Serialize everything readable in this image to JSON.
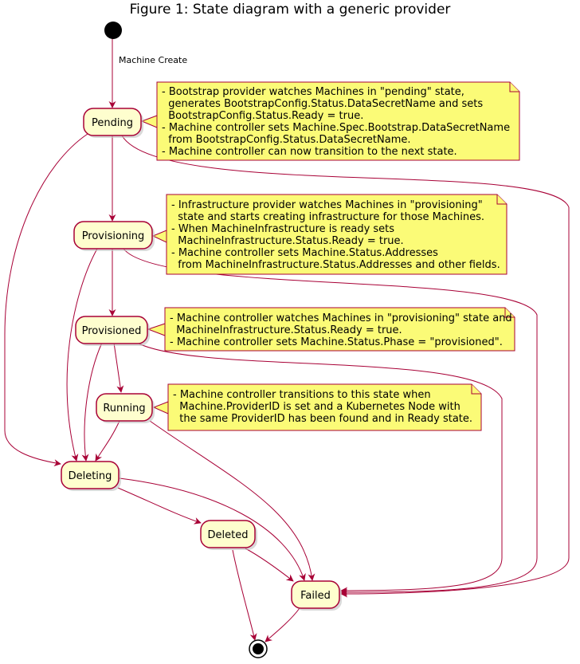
{
  "title": "Figure 1: State diagram with a generic provider",
  "states": {
    "pending": "Pending",
    "provisioning": "Provisioning",
    "provisioned": "Provisioned",
    "running": "Running",
    "deleting": "Deleting",
    "deleted": "Deleted",
    "failed": "Failed"
  },
  "transitions": {
    "start_label": "Machine Create"
  },
  "notes": {
    "pending": [
      "- Bootstrap provider watches Machines in \"pending\" state,",
      "  generates BootstrapConfig.Status.DataSecretName and sets",
      "  BootstrapConfig.Status.Ready = true.",
      "- Machine controller sets Machine.Spec.Bootstrap.DataSecretName",
      "  from BootstrapConfig.Status.DataSecretName.",
      "- Machine controller can now transition to the next state."
    ],
    "provisioning": [
      "- Infrastructure provider watches Machines in \"provisioning\"",
      "  state and starts creating infrastructure for those Machines.",
      "- When MachineInfrastructure is ready sets",
      "  MachineInfrastructure.Status.Ready = true.",
      "- Machine controller sets Machine.Status.Addresses",
      "  from MachineInfrastructure.Status.Addresses and other fields."
    ],
    "provisioned": [
      "- Machine controller watches Machines in \"provisioning\" state and",
      "  MachineInfrastructure.Status.Ready = true.",
      "- Machine controller sets Machine.Status.Phase = \"provisioned\"."
    ],
    "running": [
      "- Machine controller transitions to this state when",
      "  Machine.ProviderID is set and a Kubernetes Node with",
      "  the same ProviderID has been found and in Ready state."
    ]
  },
  "colors": {
    "arrow": "#A80036",
    "state_fill": "#FEFECE",
    "note_fill": "#FBFB77"
  }
}
